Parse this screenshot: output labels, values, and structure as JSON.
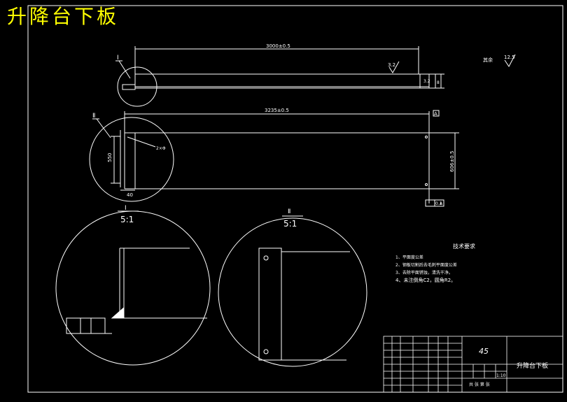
{
  "title": "升降台下板",
  "colors": {
    "background": "#000000",
    "lines": "#ffffff",
    "title": "#ffff00"
  },
  "top_view": {
    "dimension": "3000±0.5",
    "roughness": "3.2",
    "side_dim_a": "3.2",
    "side_dim_b": "8",
    "detail_label": "I"
  },
  "front_view": {
    "dimension": "3235±0.5",
    "height_dim": "606±0.5",
    "left_dim": "550",
    "bottom_dim": "40",
    "hole_note": "2×Φ",
    "detail_label": "Ⅱ",
    "tolerance_frame": "0.1",
    "datum": "A",
    "datum_box": "A"
  },
  "detail_1": {
    "label": "I",
    "scale": "5:1"
  },
  "detail_2": {
    "label": "Ⅱ",
    "scale": "5:1"
  },
  "corner_roughness": {
    "text": "其余",
    "value": "12.5"
  },
  "tech_requirements": {
    "heading": "技术要求",
    "items": [
      "1、平面度公差",
      "2、钢板切割后去毛刺平面度公差",
      "3、去除平面锈蚀，清洗干净。",
      "4、未注倒角C2，圆角R2。"
    ]
  },
  "title_block": {
    "material": "45",
    "part_name": "升降台下板",
    "scale_value": "1:10",
    "sheet_text": "共 张  第 张"
  }
}
